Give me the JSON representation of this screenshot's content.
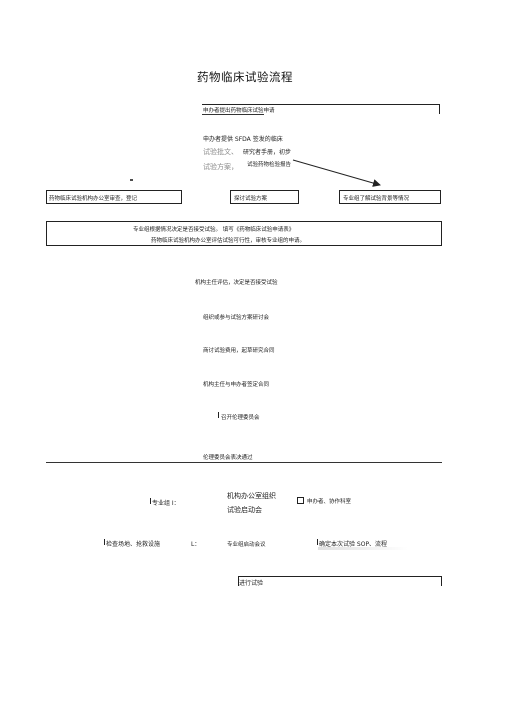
{
  "title": "药物临床试验流程",
  "step_sponsor_apply": "申办者提出药物临床试验申请",
  "sponsor_provides": {
    "line1": "申办者提供 SFDA 签发的临床",
    "line2a": "试验批文、",
    "line2b": "研究者手册，初步",
    "line3a": "试验方案，",
    "line3b": "试验药物检验报告"
  },
  "box_register": "药物临床试验机构办公室审查，登记",
  "box_protocol": "探讨试验方案",
  "box_expert": "专业组了解试验背景等情况",
  "decision": {
    "line1": "专业组根据情况决定是否接受试验。  填写《药物临床试验申请表》",
    "line2": "药物临床试验机构办公室评估试验可行性，审核专业组的申请。"
  },
  "steps": [
    "机构主任评估，决定是否接受试验",
    "组织或参与试验方案研讨会",
    "商讨试验费用，起草研究合同",
    "机构主任与申办者签定合同",
    "召开伦理委员会",
    "伦理委员会表决通过"
  ],
  "group_i": "专业组 I：",
  "kickoff": {
    "line1": "机构办公室组织",
    "line2": "试验启动会"
  },
  "sponsor_cra": "申办者、协作科室",
  "check_site": "检查场地、抢救设施",
  "l_label": "L：",
  "group_kickoff": "专业组启动会议",
  "confirm_sop": "确定本次试验 SOP、流程",
  "run_trial": "进行试验"
}
